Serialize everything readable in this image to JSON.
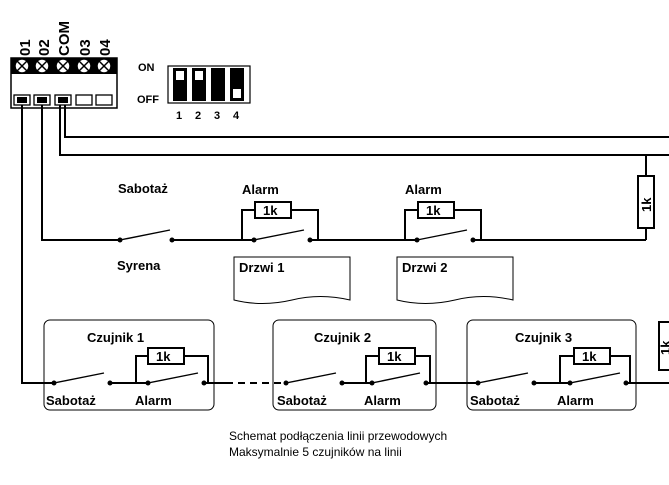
{
  "terminal": {
    "pins": [
      "01",
      "02",
      "COM",
      "03",
      "04"
    ]
  },
  "dip_switch": {
    "on_label": "ON",
    "off_label": "OFF",
    "positions": [
      "1",
      "2",
      "3",
      "4"
    ]
  },
  "resistor_value": "1k",
  "line_labels": {
    "sabotaz": "Sabotaż",
    "syrena": "Syrena"
  },
  "doors": [
    {
      "alarm_label": "Alarm",
      "resistor": "1k",
      "name": "Drzwi 1"
    },
    {
      "alarm_label": "Alarm",
      "resistor": "1k",
      "name": "Drzwi 2"
    }
  ],
  "sensors": [
    {
      "title": "Czujnik 1",
      "resistor": "1k",
      "sabotaz_label": "Sabotaż",
      "alarm_label": "Alarm"
    },
    {
      "title": "Czujnik 2",
      "resistor": "1k",
      "sabotaz_label": "Sabotaż",
      "alarm_label": "Alarm"
    },
    {
      "title": "Czujnik 3",
      "resistor": "1k",
      "sabotaz_label": "Sabotaż",
      "alarm_label": "Alarm"
    }
  ],
  "right_resistors": [
    "1k",
    "1k"
  ],
  "caption": {
    "line1": "Schemat podłączenia linii przewodowych",
    "line2": "Maksymalnie 5 czujników na linii"
  }
}
